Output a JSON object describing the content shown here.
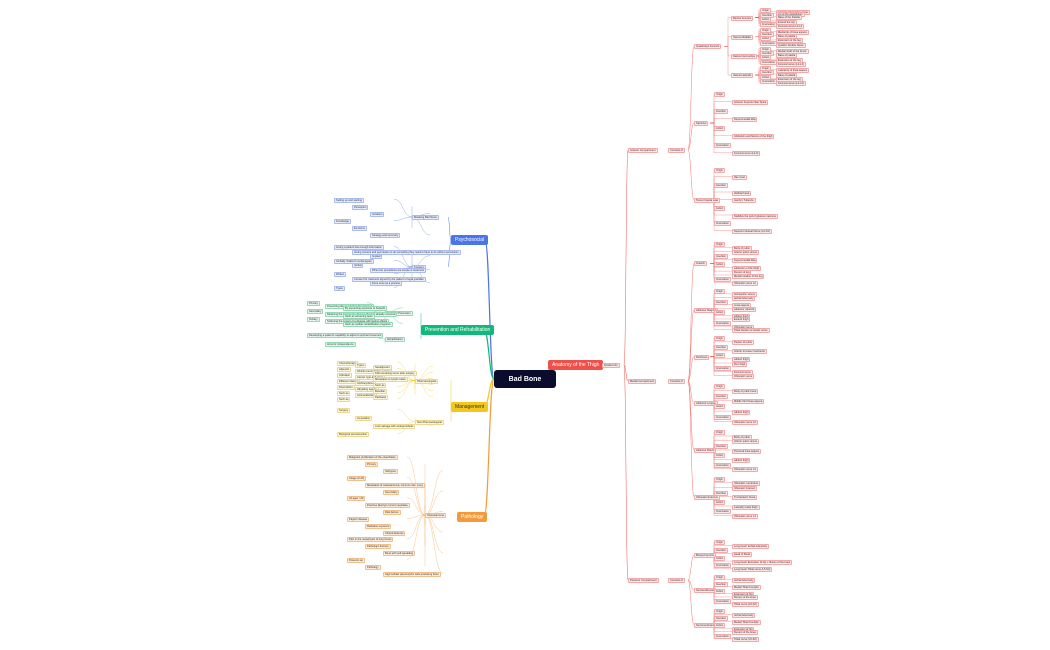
{
  "colors": {
    "root": "#0b0b2e",
    "anatomy": "#f0504a",
    "psychosocial": "#4a74e8",
    "prevention": "#12b87a",
    "management": "#f4c81a",
    "pathology": "#f39b3a"
  },
  "root": {
    "label": "Bad Bone"
  },
  "branches": {
    "anatomy": {
      "label": "Anatomy of the Thigh"
    },
    "psychosocial": {
      "label": "Psychosocial"
    },
    "prevention": {
      "label": "Prevention and Rehabilitation"
    },
    "management": {
      "label": "Management"
    },
    "pathology": {
      "label": "Pathology"
    }
  },
  "anatomy": {
    "divides_into": "Divided into",
    "compartments": [
      {
        "name": "Anterior Compartment",
        "connector": "Consists of",
        "groups": [
          {
            "name": "Quadriceps Femoris",
            "muscles": [
              {
                "name": "Rectus Femoris",
                "rows": [
                  "Origin",
                  "Anterior inferior iliac spine",
                  "Lip of the acetabulum",
                  "Insertion",
                  "Base of the Patella",
                  "Action",
                  "Flex the thigh",
                  "Extend the leg",
                  "Innervation",
                  "Femoral nerve L2-L4"
                ]
              },
              {
                "name": "Vastus Medialis",
                "rows": [
                  "Origin",
                  "Medial lip of linea aspera",
                  "Insertion",
                  "Base of patella",
                  "Action",
                  "Extension of the leg",
                  "Innervation",
                  "Quadric Double Nerve"
                ]
              },
              {
                "name": "Vastus Intermedius",
                "rows": [
                  "Origin",
                  "Medial shaft of the femur",
                  "Insertion",
                  "Base of patella",
                  "Action",
                  "Extension of the leg",
                  "Innervation",
                  "Femoral nerve (L2-L4)"
                ]
              },
              {
                "name": "Vastus Lateralis",
                "rows": [
                  "Origin",
                  "Lateral lip of linea aspera",
                  "Insertion",
                  "Base of patella",
                  "Action",
                  "Extension of the leg",
                  "Innervation",
                  "Femoral nerve (L2-L4)"
                ]
              }
            ]
          },
          {
            "name": "Sartorius",
            "rows": [
              "Origin",
              "Anterior Superior Iliac Spine",
              "Insertion",
              "Superomedial tibia",
              "Action",
              "Abduction and flexion of the thigh",
              "Innervation",
              "Femoral nerve (L2-3)"
            ]
          },
          {
            "name": "Tensor Fascia Lata",
            "rows": [
              "Origin",
              "Iliac crest",
              "Insertion",
              "Iliotibial band",
              "Gerdy's Tubercle",
              "Action",
              "Stabilize the pull of gluteus maximus",
              "Innervation",
              "Superior Gluteal Nerve (L4-S1)"
            ]
          }
        ]
      },
      {
        "name": "Medial Compartment",
        "connector": "Consists of",
        "groups": [
          {
            "name": "Gracilis",
            "rows": [
              "Origin",
              "Body of pubis",
              "Inferior pubic ramus",
              "Insertion",
              "Superomedial tibia",
              "Action",
              "Adduction of the thigh",
              "Flexion of leg",
              "Medial rotation of the leg",
              "Innervation",
              "Obturator nerve L2"
            ]
          },
          {
            "name": "Adductor Magnus",
            "rows": [
              "Origin",
              "Ischiopubic ramus",
              "Ischial tuberosity",
              "Insertion",
              "Linea aspera",
              "Adductor tubercle",
              "Action",
              "Adduct thigh",
              "Extend thigh",
              "Innervation",
              "Obturator nerve",
              "Tibial division of sciatic nerve"
            ]
          },
          {
            "name": "Pectineus",
            "rows": [
              "Origin",
              "Pecten of pubis",
              "Insertion",
              "Inferior to lesser trochanter",
              "Action",
              "Adduct thigh",
              "Flex thigh",
              "Innervation",
              "Femoral nerve",
              "Obturator nerve"
            ]
          },
          {
            "name": "Adductor Longus",
            "rows": [
              "Origin",
              "Body of pubic bone",
              "Insertion",
              "Middle third linea aspera",
              "Action",
              "Adduct thigh",
              "Innervation",
              "Obturator nerve L3"
            ]
          },
          {
            "name": "Adductor Brevis",
            "rows": [
              "Origin",
              "Body of pubis",
              "Inferior pubic ramus",
              "Insertion",
              "Proximal linea aspera",
              "Action",
              "Adduct thigh",
              "Innervation",
              "Obturator nerve L3"
            ]
          },
          {
            "name": "Obturator Externus",
            "rows": [
              "Origin",
              "Obturator membrane",
              "Obturator foramen",
              "Insertion",
              "Trochanteric fossa",
              "Action",
              "Laterally rotate thigh",
              "Innervation",
              "Obturator nerve L4"
            ]
          }
        ]
      },
      {
        "name": "Posterior Compartment",
        "connector": "Consists of",
        "groups": [
          {
            "name": "Biceps Femoris",
            "rows": [
              "Origin",
              "Long head: Ischial tuberosity",
              "Insertion",
              "Head of fibula",
              "Action",
              "Long head: Extension of hip + flexion of the knee",
              "Innervation",
              "Long head: Tibial nerve (L5-S2)"
            ]
          },
          {
            "name": "Semitendinosus",
            "rows": [
              "Origin",
              "Ischial tuberosity",
              "Insertion",
              "Medial Tibial Condyle",
              "Action",
              "Extension of hip",
              "Flexion of the knee",
              "Innervation",
              "Tibial nerve (L5-S2)"
            ]
          },
          {
            "name": "Semimembranosus",
            "rows": [
              "Origin",
              "Ischial tuberosity",
              "Insertion",
              "Medial Tibial Condyle",
              "Action",
              "Extension of hip",
              "Flexion of the knee",
              "Innervation",
              "Tibial nerve (L5-S2)"
            ]
          }
        ]
      }
    ]
  },
  "psychosocial": {
    "groups": [
      {
        "name": "Breaking Bad News",
        "items": [
          "Setting up and starting",
          "Perception",
          "Invitation",
          "Knowledge",
          "Emotions",
          "Strategy and summary"
        ]
      },
      {
        "name": "Consent",
        "items": [
          "Giving a patient has enough information",
          "Giving consent and permission to do something they need to have to do without permission",
          "Implied",
          "Verbally: Patient's verbal agree",
          "Verbal",
          "When the procedures are simple to treatment",
          "Written",
          "Consent for treatment signed by the patient or legal guardian",
          "Done once as a process",
          "Types"
        ]
      }
    ]
  },
  "prevention": {
    "groups": [
      {
        "name": "Levels of Prevention",
        "items": [
          "Primary",
          "Preventing disease before they happen",
          "By preventing exposure to hazards",
          "Secondary",
          "Reducing the impact of a disease that has already occurred",
          "Such as screening tests",
          "Tertiary",
          "Softening the impact of a disease with lasting effects",
          "Such as cardiac rehabilitation programs"
        ]
      },
      {
        "name": "Rehabilitation",
        "items": [
          "Developing a patient's capability to adjust to optimal movement",
          "Aims for independence"
        ]
      }
    ]
  },
  "management": {
    "groups": [
      {
        "name": "Pharmacological",
        "items": [
          "Chemotherapy",
          "Types",
          "Neoadjuvant",
          "Adjuvant",
          "Shrinks tumor before surgery",
          "Kills remaining tumor after surgery",
          "Indication",
          "Cancer type and stage",
          "Metastasis to lymph nodes",
          "Different classes",
          "Anthracyclines",
          "Such as",
          "Doxorubicin",
          "Alkylating agents",
          "Busulfan",
          "Such as",
          "Antimetabolites",
          "Paclitaxel",
          "Such as"
        ]
      },
      {
        "name": "Non-Pharmacological",
        "items": [
          "Surgery",
          "Amputation",
          "Limb salvage with endoprosthetic",
          "Biological reconstruction"
        ]
      }
    ]
  },
  "pathology": {
    "groups": [
      {
        "name": "Osteosarcoma",
        "items": [
          "Malignant proliferation of the osteoblasts",
          "Primary",
          "Subtypes",
          "Usage (0-20)",
          "Metastasis of osteosarcoma, common site: Lung",
          "Secondary",
          "All ages >40",
          "Previous (Ewing's tumor) neoplasia",
          "Risk factors",
          "Paget's disease",
          "Radiation exposure",
          "Clinical features",
          "Pain in the metaphysis of long bones",
          "Pathologic fracture",
          "Bone with cell spreading",
          "Presents as",
          "Pathology",
          "High cellular pleomorphic cells producing bone"
        ]
      }
    ]
  }
}
